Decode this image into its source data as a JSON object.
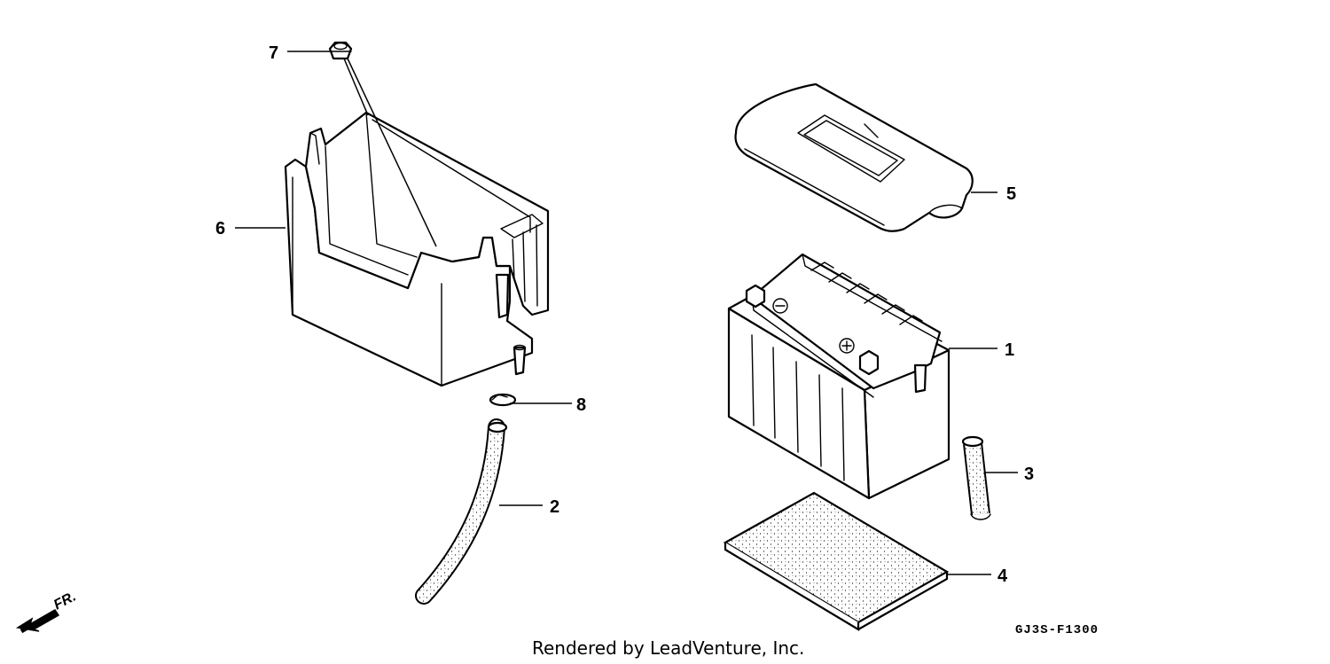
{
  "callouts": {
    "c1": "1",
    "c2": "2",
    "c3": "3",
    "c4": "4",
    "c5": "5",
    "c6": "6",
    "c7": "7",
    "c8": "8"
  },
  "front_marker": "FR.",
  "drawing_code": "GJ3S-F1300",
  "credit": "Rendered by LeadVenture, Inc."
}
